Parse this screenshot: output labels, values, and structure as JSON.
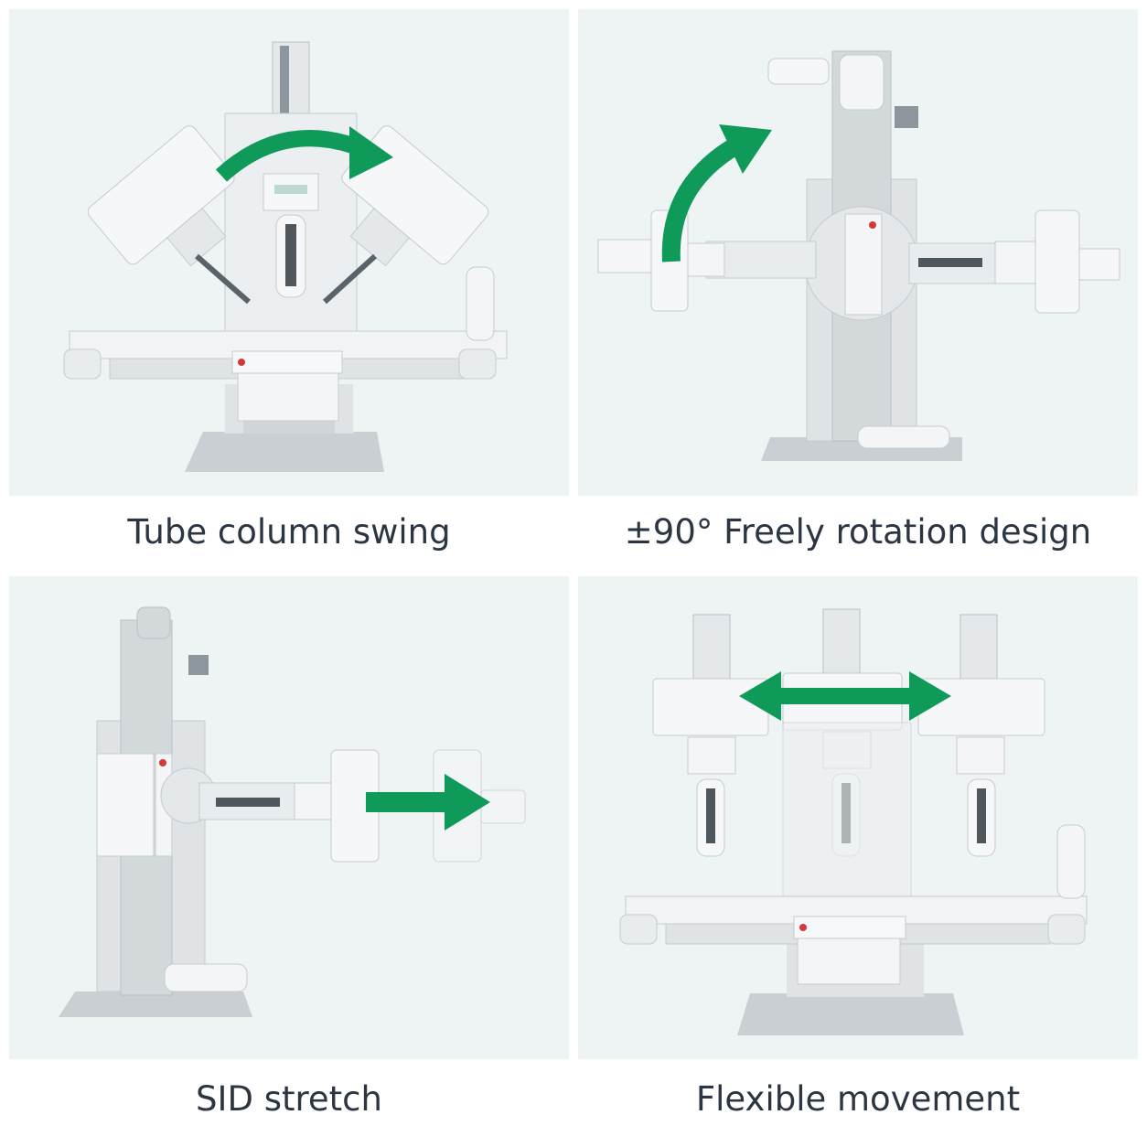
{
  "captions": {
    "tube_column_swing": "Tube column swing",
    "rotation_design": "±90° Freely rotation design",
    "sid_stretch": "SID stretch",
    "flexible_movement": "Flexible movement"
  },
  "colors": {
    "panel_bg": "#eef3f4",
    "arrow_green": "#109a5a",
    "machine_light": "#f3f5f6",
    "machine_mid": "#d3d8db",
    "machine_dark": "#a7afb4",
    "caption_text": "#2b3642"
  }
}
